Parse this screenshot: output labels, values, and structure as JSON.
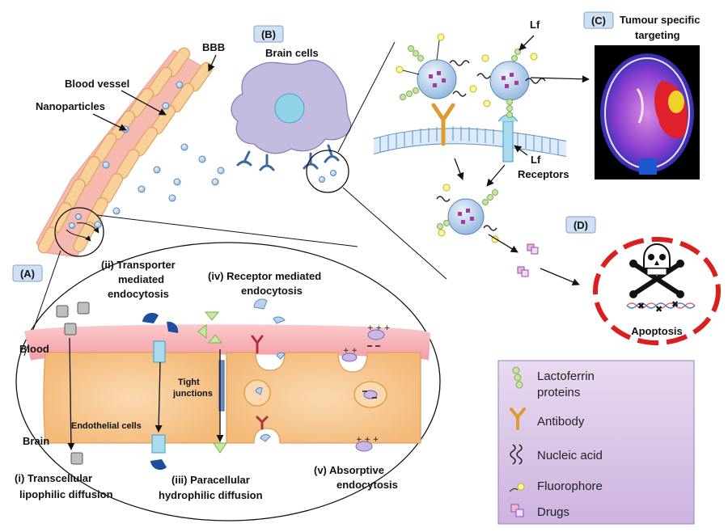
{
  "panels": {
    "a": "(A)",
    "b": "(B)",
    "c": "(C)",
    "d": "(D)"
  },
  "labels": {
    "bbb": "BBB",
    "blood_vessel": "Blood vessel",
    "nanoparticles": "Nanoparticles",
    "brain_cells": "Brain cells",
    "lf": "Lf",
    "lf_receptors_1": "Lf",
    "lf_receptors_2": "Receptors",
    "tumour_1": "Tumour specific",
    "tumour_2": "targeting",
    "apoptosis": "Apoptosis",
    "blood": "Blood",
    "brain": "Brain",
    "endothelial": "Endothelial cells",
    "tight_1": "Tight",
    "tight_2": "junctions"
  },
  "routes": {
    "i_1": "(i) Transcellular",
    "i_2": "lipophilic diffusion",
    "ii_1": "(ii) Transporter",
    "ii_2": "mediated",
    "ii_3": "endocytosis",
    "iii_1": "(iii) Paracellular",
    "iii_2": "hydrophilic diffusion",
    "iv_1": "(iv) Receptor mediated",
    "iv_2": "endocytosis",
    "v_1": "(v) Absorptive",
    "v_2": "endocytosis"
  },
  "legend": {
    "items": [
      {
        "text1": "Lactoferrin",
        "text2": "proteins",
        "icon": "lactoferrin-icon"
      },
      {
        "text1": "Antibody",
        "text2": "",
        "icon": "antibody-icon"
      },
      {
        "text1": "Nucleic acid",
        "text2": "",
        "icon": "nucleic-acid-icon"
      },
      {
        "text1": "Fluorophore",
        "text2": "",
        "icon": "fluorophore-icon"
      },
      {
        "text1": "Drugs",
        "text2": "",
        "icon": "drugs-icon"
      }
    ]
  },
  "colors": {
    "vessel": "#f6b9b0",
    "cell": "#f9cf9a",
    "membrane": "#f5b5b8",
    "nanoparticle": "#bcd4ee",
    "brain_cell": "#c3bce0",
    "legend_bg": "#dccbe8",
    "apoptosis_ring": "#d9201f",
    "tag_bg": "#cfe0f3"
  }
}
